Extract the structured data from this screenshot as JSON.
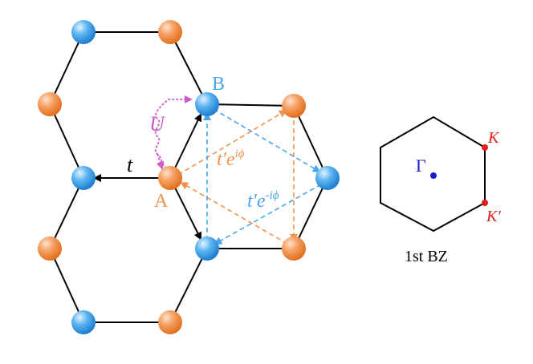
{
  "colors": {
    "site_A": "#f08a4b",
    "site_B": "#4aa6e8",
    "bond": "#000000",
    "hop_A": "#f0944d",
    "hop_B": "#4aa6e8",
    "interaction": "#cc5bc8",
    "dirac_point": "#e0201a",
    "gamma_point": "#1a1ad0"
  },
  "labels": {
    "site_A": "A",
    "site_B": "B",
    "hopping_nn": "t",
    "interaction": "U",
    "hopping_nnn_A_base": "t′e",
    "hopping_nnn_A_exp": "iϕ",
    "hopping_nnn_B_base": "t′e",
    "hopping_nnn_B_exp": "-iϕ",
    "gamma": "Γ",
    "k_point": "K",
    "k_prime_point": "K′",
    "bz_caption": "1st BZ"
  },
  "icons": {
    "site_A": "orange-sphere",
    "site_B": "blue-sphere",
    "interaction": "wavy-arrow"
  }
}
